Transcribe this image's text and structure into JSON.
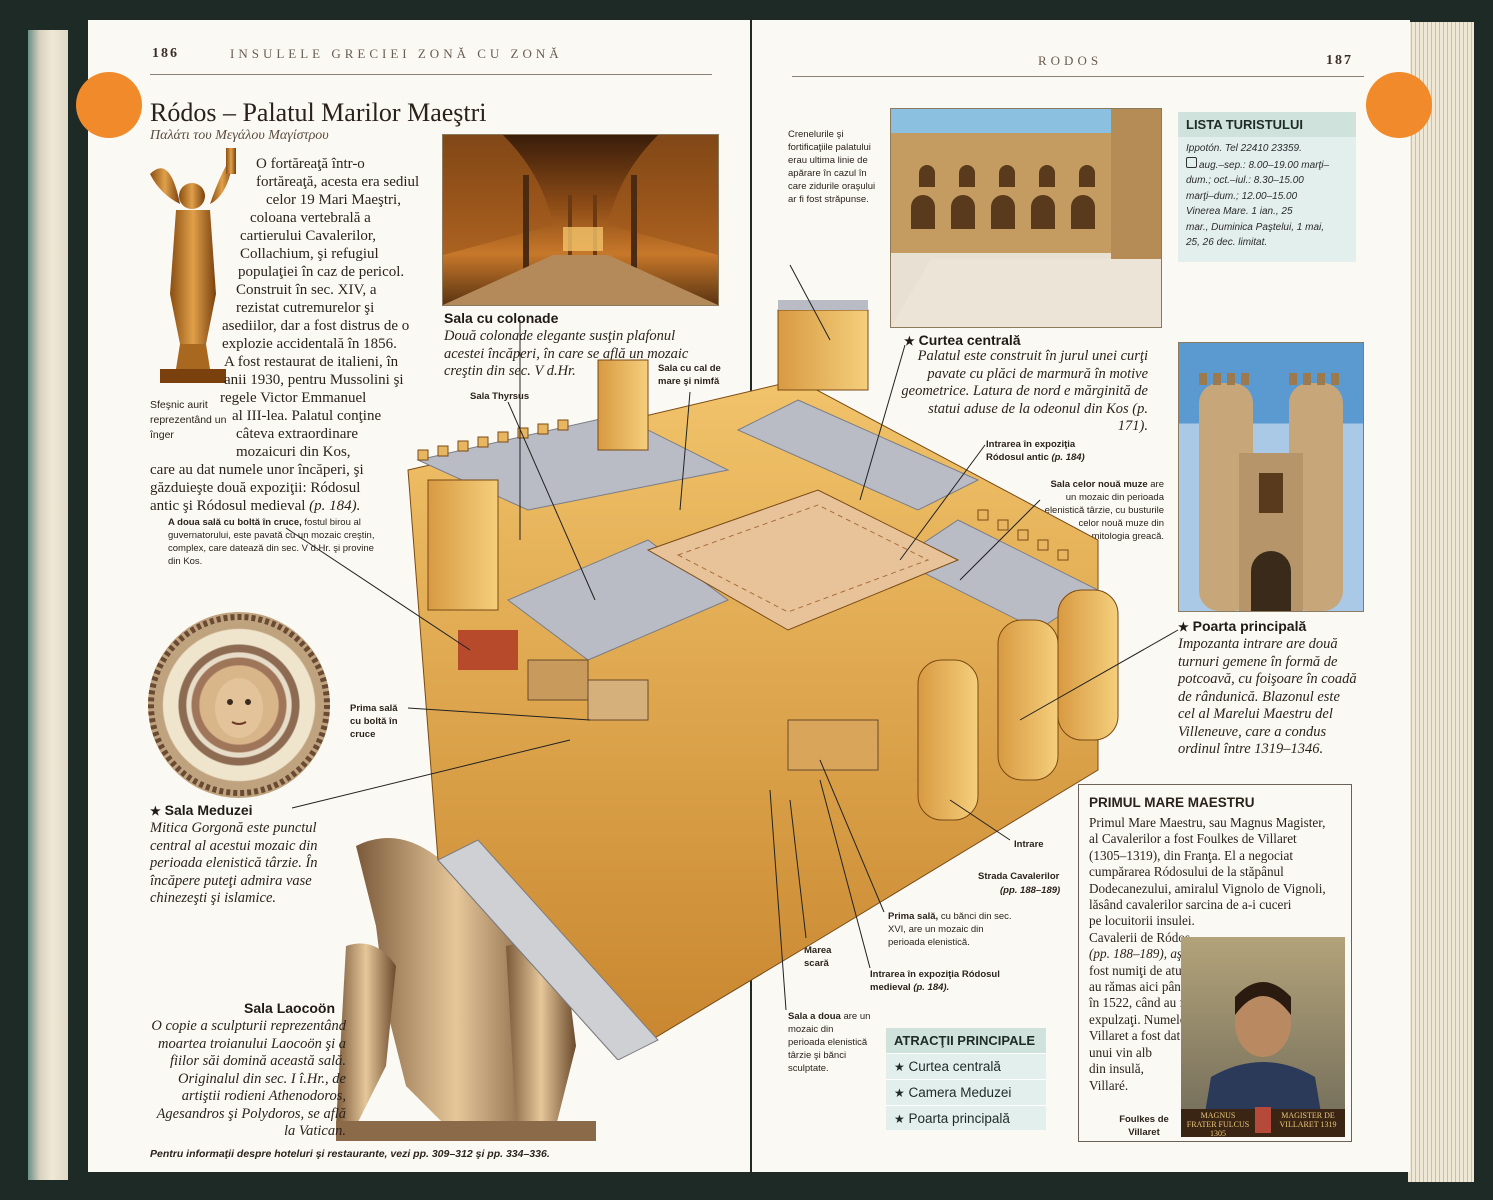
{
  "left_page": {
    "page_number": "186",
    "running_head": "INSULELE GRECIEI ZONĂ CU ZONĂ",
    "title": "Ródos – Palatul Marilor Maeştri",
    "greek_title": "Παλάτι του Μεγάλου Μαγίστρου",
    "intro_lines": [
      "O fortăreaţă într-o",
      "fortăreaţă, acesta era sediul",
      "celor 19 Mari Maeştri,",
      "coloana vertebrală a",
      "cartierului Cavalerilor,",
      "Collachium, şi refugiul",
      "populaţiei în caz de pericol.",
      "Construit în sec. XIV, a",
      "rezistat cutremurelor şi",
      "asediilor, dar a fost distrus de o",
      "explozie accidentală în 1856.",
      "A fost restaurat de italieni, în",
      "anii 1930, pentru Mussolini şi",
      "regele Victor Emmanuel",
      "al III-lea. Palatul conţine",
      "câteva extraordinare",
      "mozaicuri din Kos,",
      "care au dat numele unor încăperi, şi",
      "găzduieşte două expoziţii: Ródosul",
      "antic şi Ródosul medieval"
    ],
    "intro_ref": "(p. 184).",
    "caption_candle": "Sfeşnic aurit reprezentând un înger",
    "caption_second_hall_bold": "A doua sală cu boltă în cruce,",
    "caption_second_hall": "fostul birou al guvernatorului, este pavată cu un mozaic creştin, complex, care datează din sec. V d.Hr. şi provine din Kos.",
    "colonnade_title": "Sala cu colonade",
    "colonnade_text": "Două colonade elegante susţin plafonul acestei încăperi, în care se află un mozaic creştin din sec. V d.Hr.",
    "label_thyrsus": "Sala Thyrsus",
    "label_horse": "Sala cu cal de mare şi nimfă",
    "label_first_hall": "Prima sală cu boltă în cruce",
    "medusa_title": "Sala Meduzei",
    "medusa_text": "Mitica Gorgonă este punctul central al acestui mozaic din perioada elenistică târzie. În încăpere puteţi admira vase chinezeşti şi islamice.",
    "laocoon_title": "Sala Laocoön",
    "laocoon_text": "O copie a sculpturii reprezentând moartea troianului Laocoön şi a fiilor săi domină această sală. Originalul din sec. I î.Hr., de artiştii rodieni Athenodoros, Agesandros şi Polydoros, se află la Vatican.",
    "footer": "Pentru informaţii despre hoteluri şi restaurante, vezi pp. 309–312 şi pp. 334–336."
  },
  "right_page": {
    "page_number": "187",
    "running_head": "RODOS",
    "caption_crenels": "Crenelurile şi fortificaţiile palatului erau ultima linie de apărare în cazul în care zidurile oraşului ar fi fost străpunse.",
    "courtyard_title": "Curtea centrală",
    "courtyard_text": "Palatul este construit în jurul unei curţi pavate cu plăci de marmură în motive geometrice. Latura de nord e mărginită de statui aduse de la odeonul din Kos (p. 171).",
    "label_entry_ancient": "Intrarea în expoziţia Ródosul antic",
    "label_entry_ancient_ref": "(p. 184)",
    "label_muses_bold": "Sala celor nouă muze",
    "label_muses": "are un mozaic din perioada elenistică târzie, cu busturile celor nouă muze din mitologia greacă.",
    "gate_title": "Poarta principală",
    "gate_text": "Impozanta intrare are două turnuri gemene în formă de potcoavă, cu foişoare în coadă de rândunică. Blazonul este cel al Marelui Maestru del Villeneuve, care a condus ordinul între 1319–1346.",
    "label_entrance": "Intrare",
    "label_street": "Strada Cavalerilor",
    "label_street_ref": "(pp. 188–189)",
    "label_first_room_bold": "Prima sală,",
    "label_first_room": "cu bănci din sec. XVI, are un mozaic din perioada elenistică.",
    "label_great_stair": "Marea scară",
    "label_entry_medieval": "Intrarea în expoziţia Ródosul medieval",
    "label_entry_medieval_ref": "(p. 184).",
    "label_second_room_bold": "Sala a doua",
    "label_second_room": "are un mozaic din perioada elenistică târzie şi bănci sculptate.",
    "list_title": "LISTA TURISTULUI",
    "list_lines": [
      "Ippotón. Tel 22410 23359.",
      "aug.–sep.: 8.00–19.00 marţi–",
      "dum.; oct.–iul.: 8.30–15.00",
      "marţi–dum.; 12.00–15.00",
      "Vinerea Mare. 1 ian., 25",
      "mar., Duminica Paştelui, 1 mai,",
      "25, 26 dec. limitat."
    ],
    "attractions_title": "ATRACŢII PRINCIPALE",
    "attractions": [
      "Curtea centrală",
      "Camera Meduzei",
      "Poarta principală"
    ],
    "master_title": "PRIMUL MARE MAESTRU",
    "master_lines": [
      "Primul Mare Maestru, sau Magnus Magister,",
      "al Cavalerilor a fost Foulkes de Villaret",
      "(1305–1319), din Franţa. El a negociat",
      "cumpărarea Ródosului de la stăpânul",
      "Dodecanezului, amiralul Vignolo de Vignoli,",
      "lăsând cavalerilor sarcina de a-i cuceri",
      "pe locuitorii insulei.",
      "Cavalerii de Ródos",
      "(pp. 188–189), aşa cum au",
      "fost numiţi de atunci,",
      "au rămas aici până",
      "în 1522, când au fost",
      "expulzaţi. Numele",
      "Villaret a fost dat",
      "unui vin alb",
      "din insulă,",
      "Villaré."
    ],
    "portrait_caption": "Foulkes de Villaret",
    "plaque_left": "MAGNUS FRATER FULCUS 1305",
    "plaque_right": "MAGISTER DE VILLARET 1319"
  }
}
